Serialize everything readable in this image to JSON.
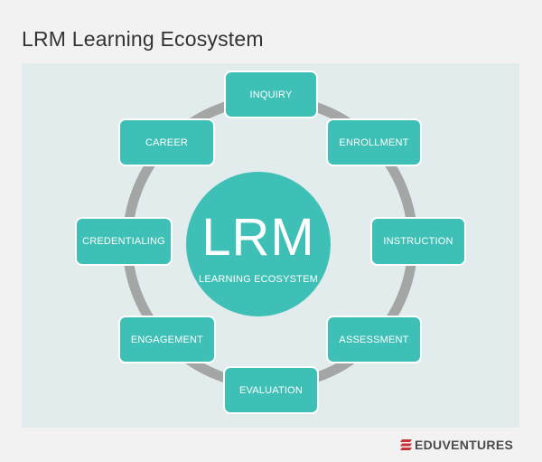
{
  "title": "LRM Learning Ecosystem",
  "center": {
    "main": "LRM",
    "sub": "LEARNING ECOSYSTEM"
  },
  "nodes": [
    "INQUIRY",
    "ENROLLMENT",
    "INSTRUCTION",
    "ASSESSMENT",
    "EVALUATION",
    "ENGAGEMENT",
    "CREDENTIALING",
    "CAREER"
  ],
  "logo": {
    "text": "EDUVENTURES",
    "color": "#c8323a"
  },
  "colors": {
    "node": "#3fc0b6",
    "ring": "#a4a6a6",
    "panel": "#e3ecec"
  }
}
